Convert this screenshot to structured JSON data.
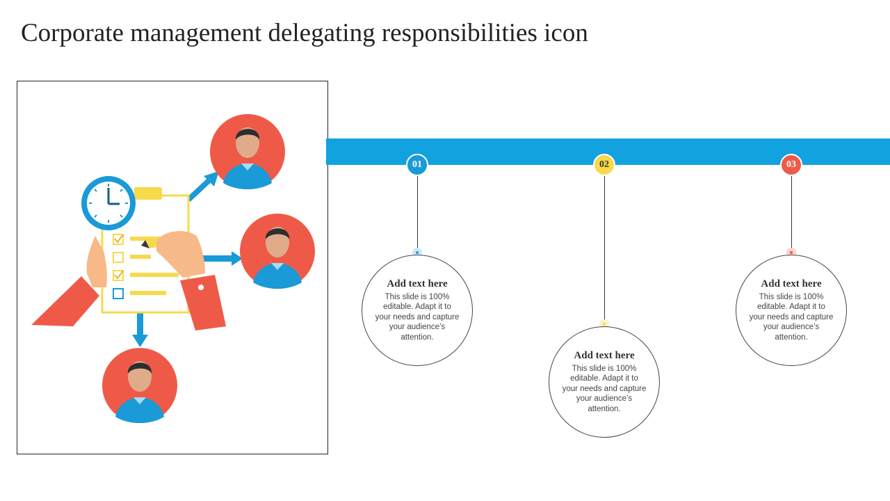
{
  "slide": {
    "title": "Corporate management delegating responsibilities icon"
  },
  "colors": {
    "bar": "#12a2e0",
    "step1": "#1a9ad6",
    "step2": "#f7d94c",
    "step3": "#ef5a48"
  },
  "illustration": {
    "icons": [
      "clock-icon",
      "clipboard-checklist-icon",
      "hand-with-pencil-icon",
      "arrow-icon",
      "person-avatar-icon"
    ]
  },
  "steps": [
    {
      "number": "01",
      "heading": "Add text here",
      "body": "This slide is 100% editable. Adapt it to your needs and capture your audience’s attention."
    },
    {
      "number": "02",
      "heading": "Add text here",
      "body": "This slide is 100% editable. Adapt it to your needs and capture your audience’s attention."
    },
    {
      "number": "03",
      "heading": "Add text here",
      "body": "This slide is 100% editable. Adapt it to your needs and capture your audience’s attention."
    }
  ]
}
